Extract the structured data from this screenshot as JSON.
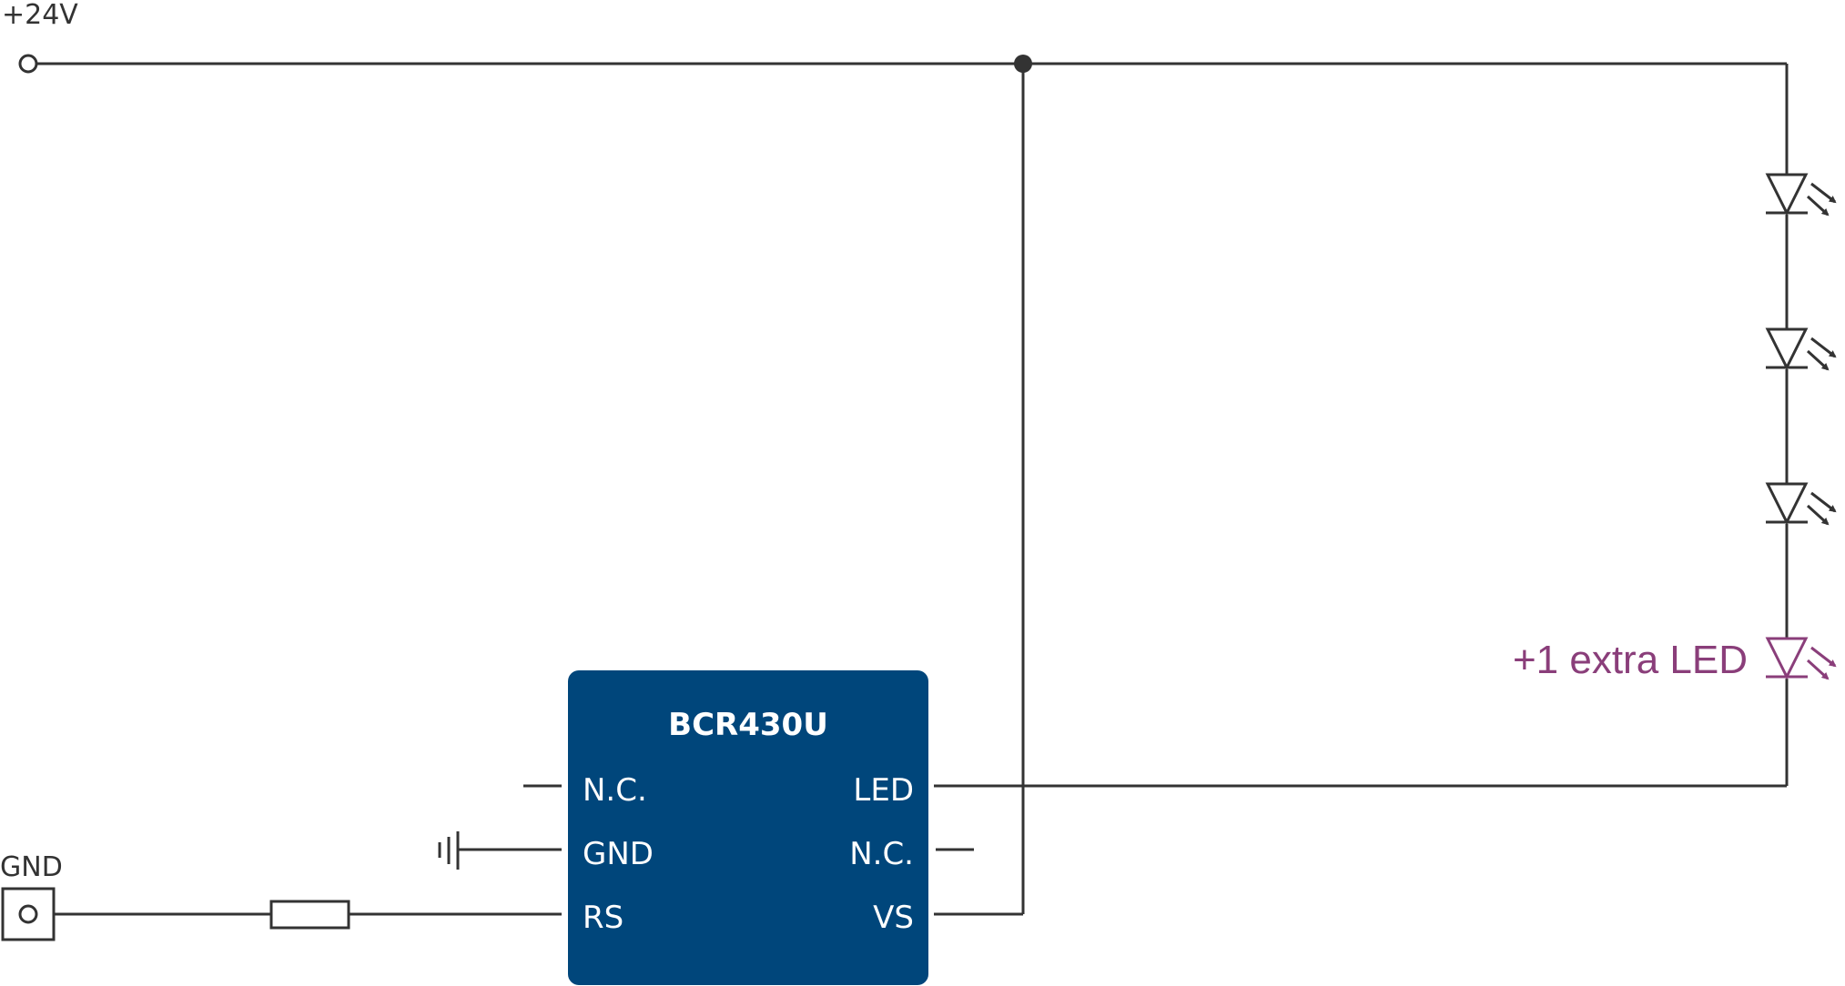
{
  "labels": {
    "supply": "+24V",
    "ground": "GND",
    "extra_led": "+1 extra LED"
  },
  "chip": {
    "name": "BCR430U",
    "pins_left": [
      "N.C.",
      "GND",
      "RS"
    ],
    "pins_right": [
      "LED",
      "N.C.",
      "VS"
    ]
  },
  "colors": {
    "wire": "#333333",
    "chip_fill": "#00467b",
    "chip_text": "#ffffff",
    "extra_led": "#8a3e7a"
  },
  "components": {
    "led_count": 3,
    "extra_led_count": 1
  }
}
